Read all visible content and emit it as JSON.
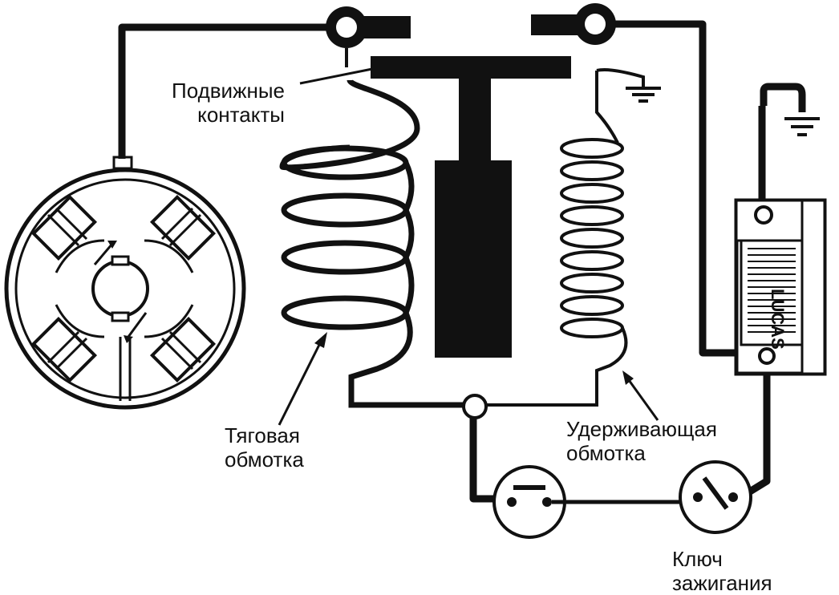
{
  "labels": {
    "moving_contacts": [
      "Подвижные",
      "контакты"
    ],
    "pull_in_winding": [
      "Тяговая",
      "обмотка"
    ],
    "hold_in_winding": [
      "Удерживающая",
      "обмотка"
    ],
    "ignition_key": [
      "Ключ",
      "зажигания"
    ]
  },
  "battery_brand": "LUCAS",
  "colors": {
    "ink": "#111111",
    "paper": "#ffffff"
  }
}
